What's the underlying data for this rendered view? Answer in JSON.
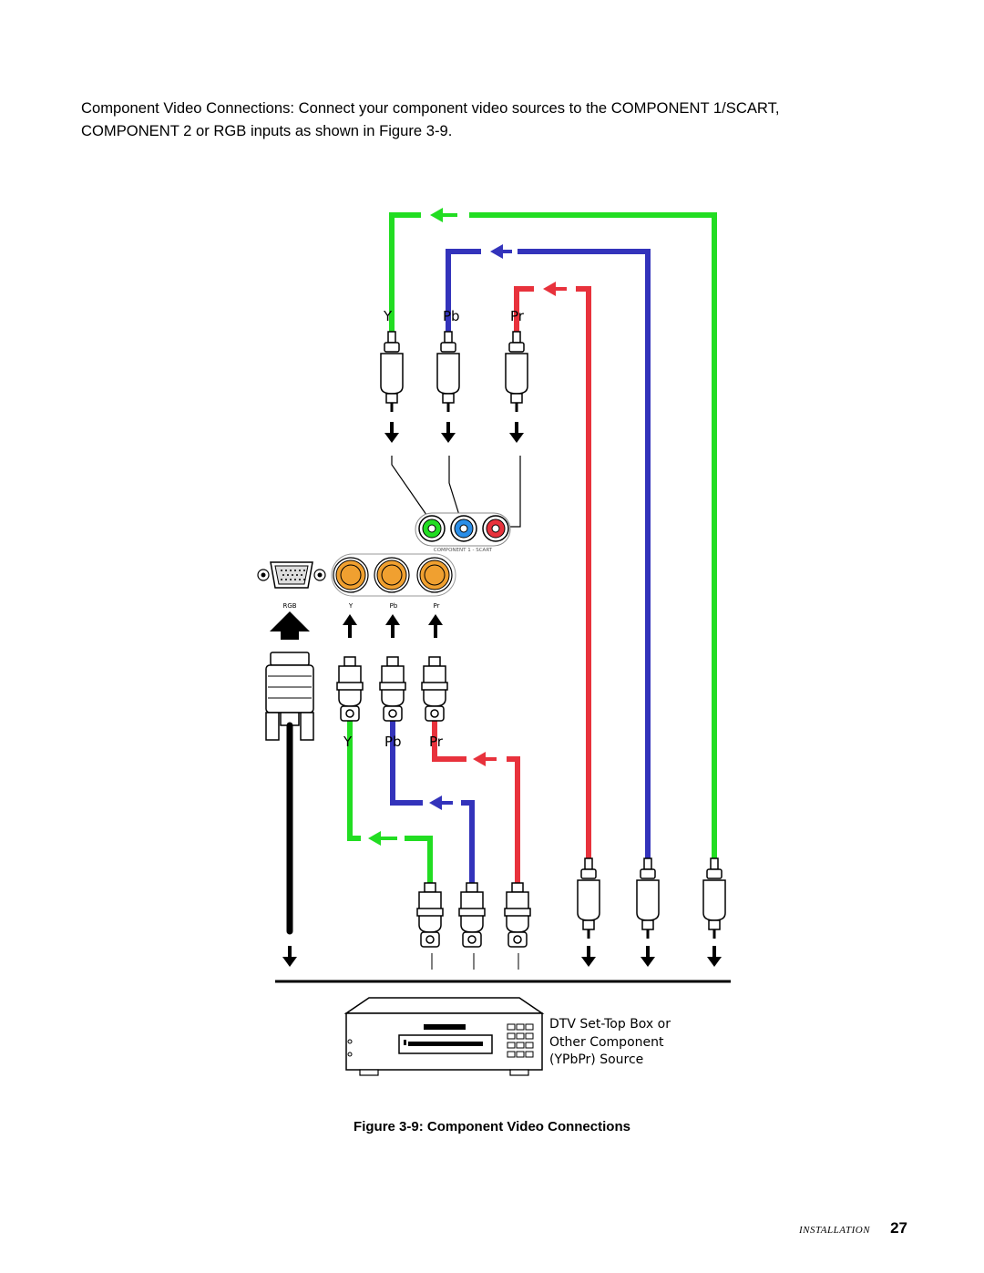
{
  "intro": {
    "line1": "Component Video Connections: Connect your component video sources to the COMPONENT 1/SCART,",
    "line2": "COMPONENT 2 or RGB inputs as shown in Figure 3-9."
  },
  "diagram": {
    "top_labels": [
      "Y",
      "Pb",
      "Pr"
    ],
    "component1_label": "COMPONENT 1 - SCART",
    "panel_labels": [
      "RGB",
      "Y",
      "Pb",
      "Pr"
    ],
    "lower_labels": [
      "Y",
      "Pb",
      "Pr"
    ],
    "device_label_lines": [
      "DTV Set-Top Box or",
      "Other Component",
      "(YPbPr) Source"
    ],
    "colors": {
      "y": "#22dd22",
      "pb": "#3333bb",
      "pr": "#e8323c",
      "bnc": "#f0a030"
    }
  },
  "caption": "Figure 3-9: Component Video Connections",
  "footer": {
    "section": "INSTALLATION",
    "page": "27"
  }
}
